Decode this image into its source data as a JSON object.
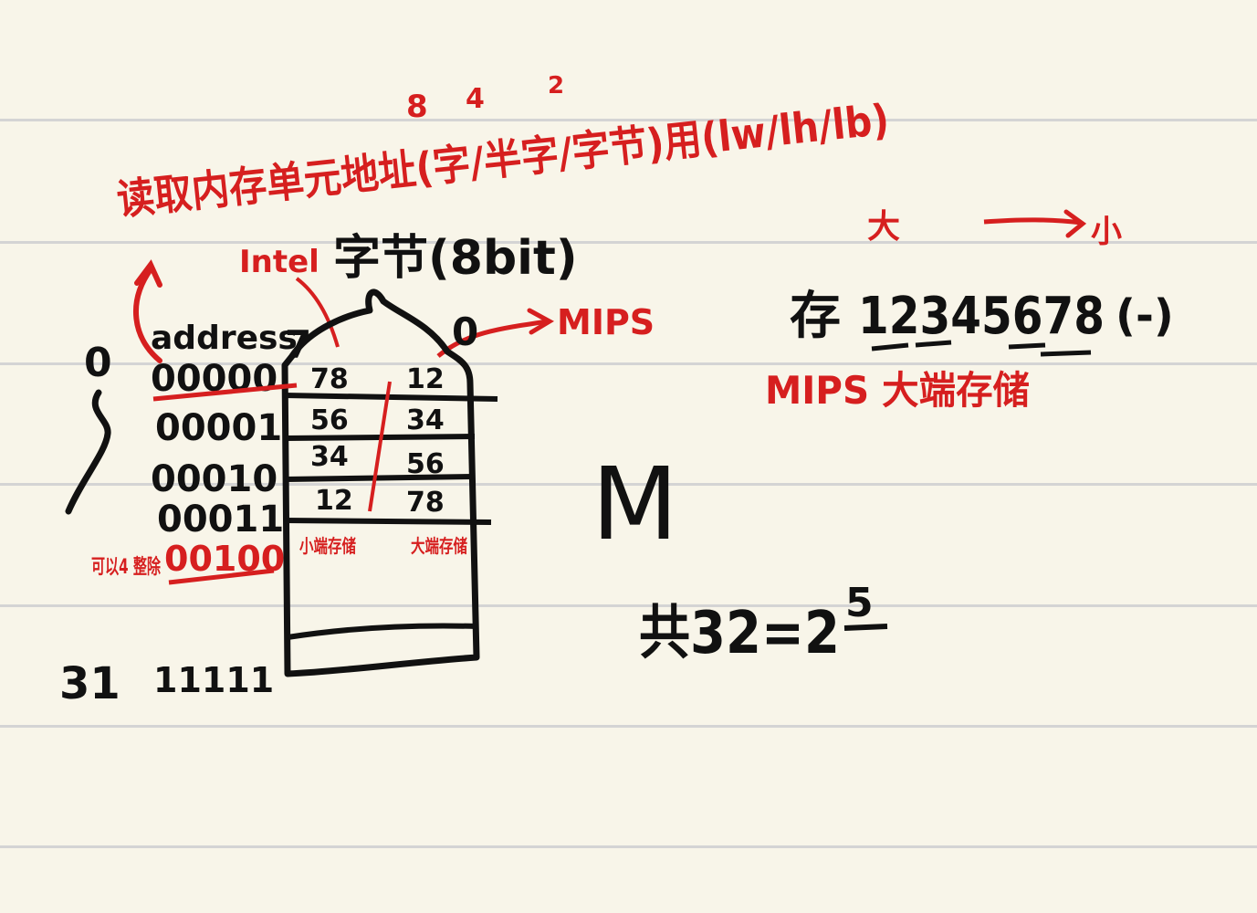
{
  "colors": {
    "paper": "#f8f5e9",
    "rule": "#d4d4d4",
    "red_ink": "#d61f1f",
    "black_ink": "#111111"
  },
  "title": {
    "text": "读取内存单元地址(字/半字/字节)用(lw/lh/lb)",
    "size_markers": [
      "8",
      "4",
      "2"
    ]
  },
  "labels": {
    "intel": "Intel",
    "byte_8bit": "字节(8bit)",
    "mips_arrow": "MIPS",
    "address_header": "address",
    "zero_top": "0",
    "row_31": "31",
    "row_31_bits": "11111",
    "byte_7": "7",
    "byte_0": "0",
    "step_by_4": "可以4 整除",
    "addr_100": "00100"
  },
  "memory": {
    "addresses": [
      "00000",
      "00001",
      "00010",
      "00011"
    ],
    "little_column": [
      "78",
      "56",
      "34",
      "12"
    ],
    "big_column": [
      "12",
      "34",
      "56",
      "78"
    ],
    "little_endian_label": "小端存储",
    "big_endian_label": "大端存储"
  },
  "right_notes": {
    "big": "大",
    "small": "小",
    "store_prefix": "存",
    "digits": "12345678",
    "trailing": "(-)",
    "mips_big_endian": "MIPS 大端存储",
    "register_count": "共32=2",
    "exponent": "5",
    "symbol": "M"
  }
}
